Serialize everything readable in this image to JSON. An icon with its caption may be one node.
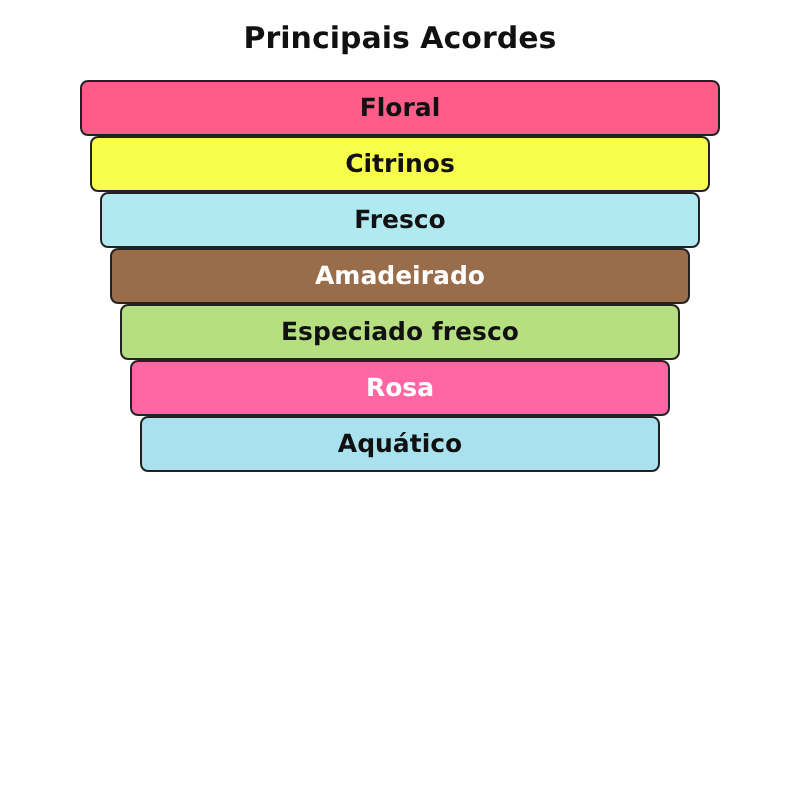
{
  "diagram": {
    "title": "Principais Acordes",
    "nodes": [
      {
        "text": [
          "Floral"
        ]
      },
      {
        "text": [
          "Citrinos"
        ]
      },
      {
        "text": [
          "Fresco"
        ]
      },
      {
        "text": [
          "Amadeirado"
        ]
      },
      {
        "text": [
          "Especiado fresco"
        ]
      },
      {
        "text": [
          "Rosa"
        ]
      },
      {
        "text": [
          "Aquático"
        ]
      }
    ]
  }
}
